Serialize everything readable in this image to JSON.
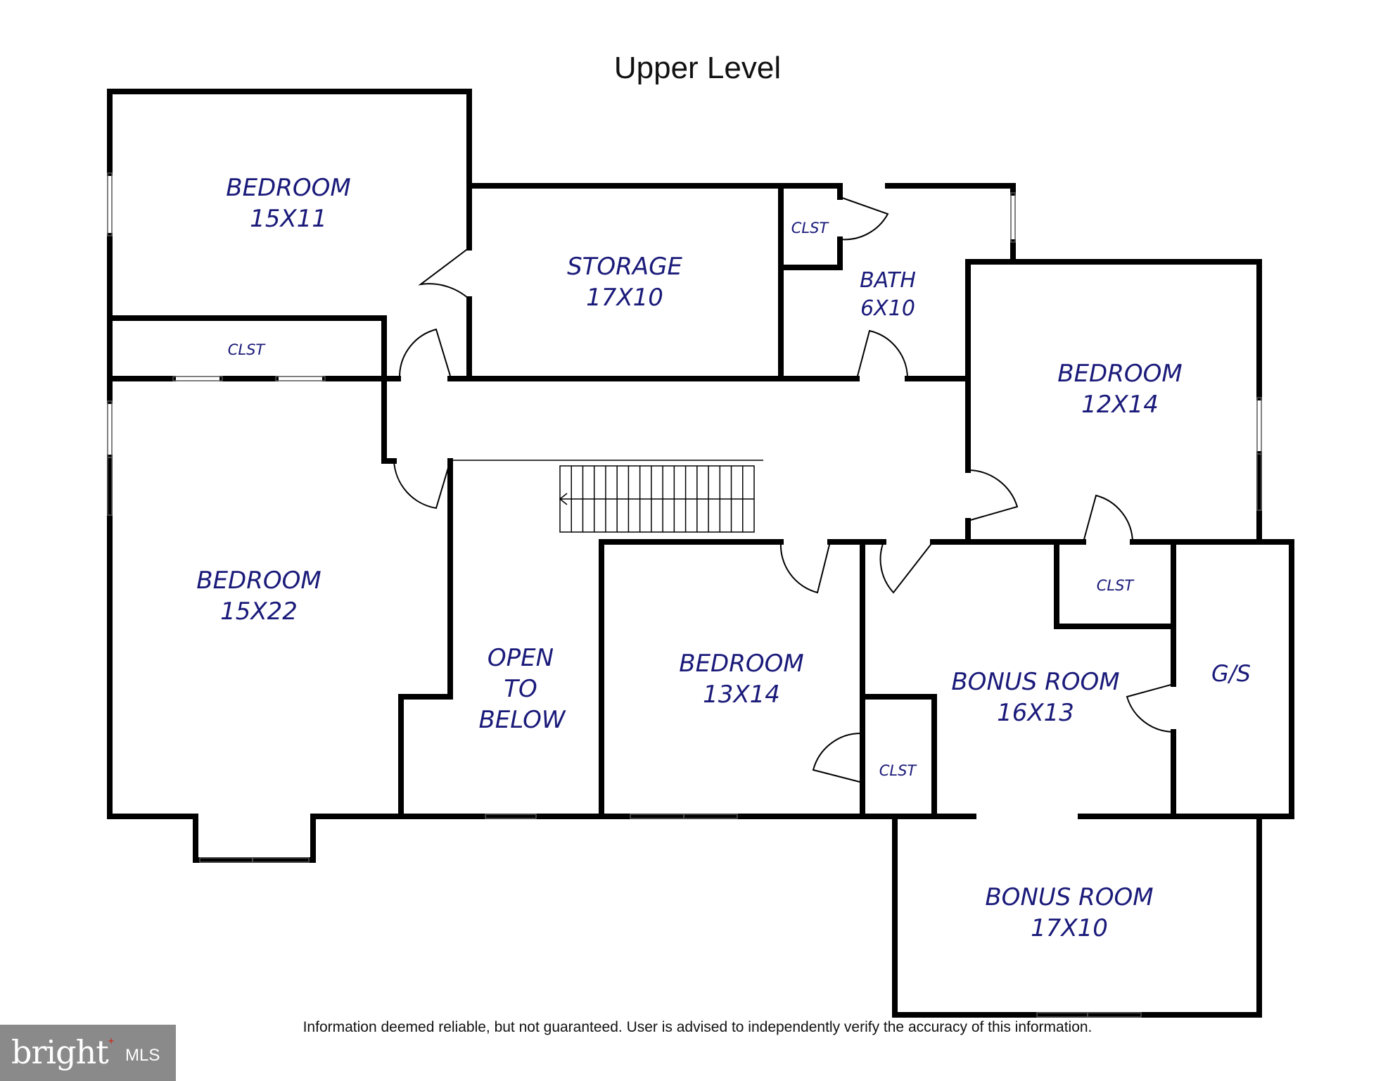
{
  "title": "Upper Level",
  "disclaimer": "Information deemed reliable, but not guaranteed.  User is advised to independently verify the accuracy of this information.",
  "logo": {
    "brand": "bright",
    "suffix": "MLS"
  },
  "colors": {
    "wall": "#000000",
    "label": "#1a1a7a",
    "logo_bg": "#8a8a8a",
    "logo_accent": "#c0392b"
  },
  "rooms": {
    "bedroom_nw": {
      "name": "BEDROOM",
      "dims": "15X11"
    },
    "storage": {
      "name": "STORAGE",
      "dims": "17X10"
    },
    "bath": {
      "name": "BATH",
      "dims": "6X10"
    },
    "bedroom_ne": {
      "name": "BEDROOM",
      "dims": "12X14"
    },
    "bedroom_w": {
      "name": "BEDROOM",
      "dims": "15X22"
    },
    "open_below": {
      "line1": "OPEN",
      "line2": "TO",
      "line3": "BELOW"
    },
    "bedroom_c": {
      "name": "BEDROOM",
      "dims": "13X14"
    },
    "bonus1": {
      "name": "BONUS ROOM",
      "dims": "16X13"
    },
    "gs": {
      "name": "G/S"
    },
    "bonus2": {
      "name": "BONUS ROOM",
      "dims": "17X10"
    }
  },
  "closets": {
    "clst_hall": "CLST",
    "clst_bath": "CLST",
    "clst_ne": "CLST",
    "clst_c": "CLST"
  }
}
